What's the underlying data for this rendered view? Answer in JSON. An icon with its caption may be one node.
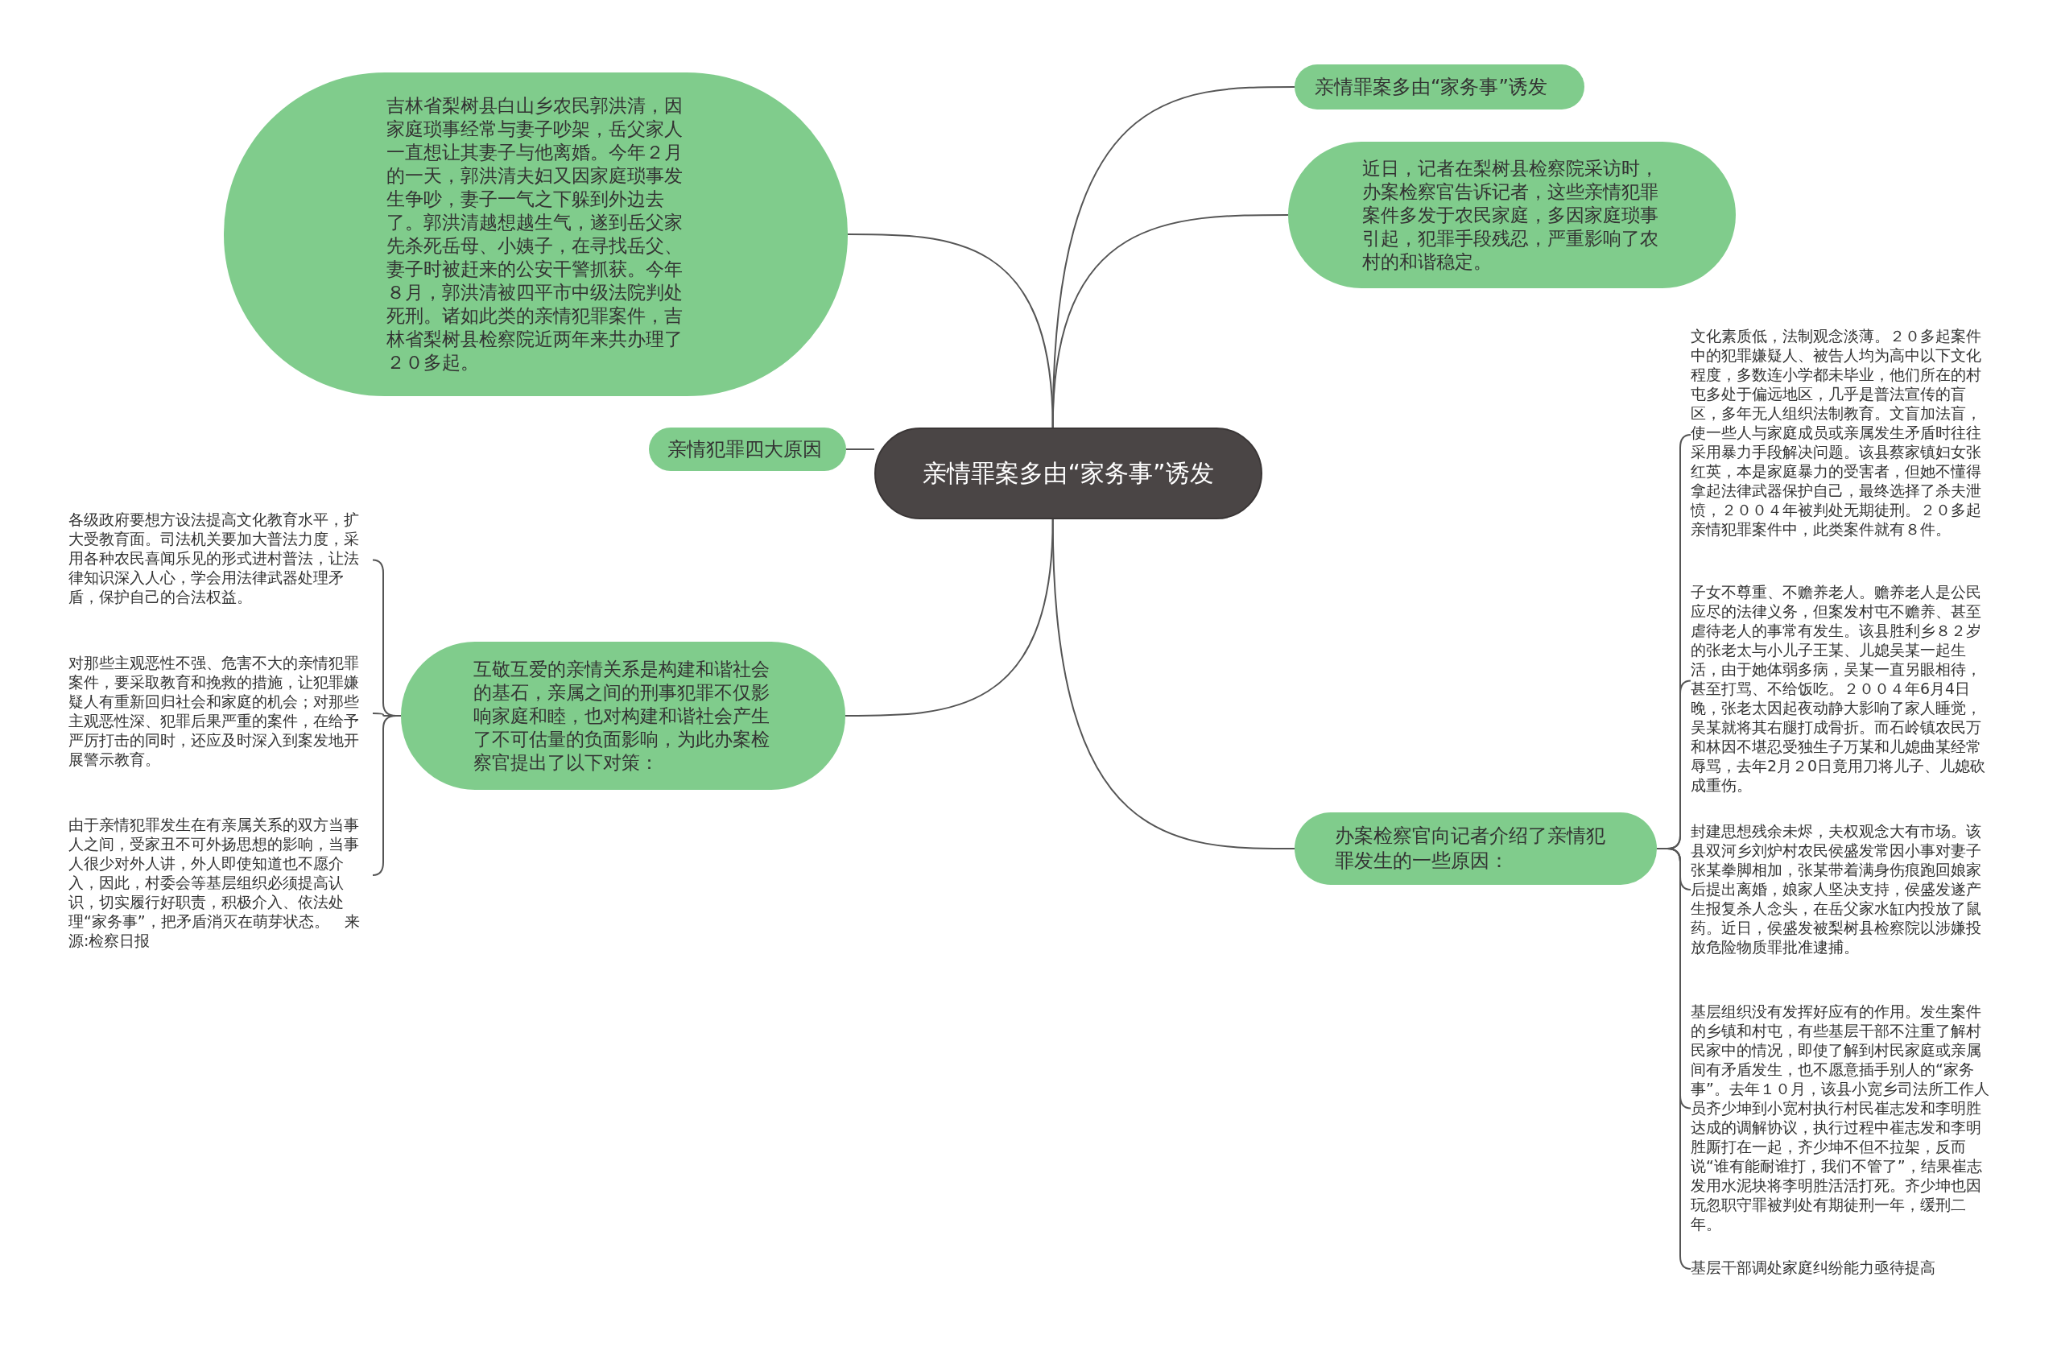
{
  "diagram": {
    "nodes": [
      {
        "text": [
          "亲情罪案多由“家务事”诱发"
        ]
      },
      {
        "text": [
          "亲情罪案多由“家务事”诱发"
        ]
      },
      {
        "text": [
          "近日，记者在梨树县检察院采访时，办案检察官告诉记者，这些亲情犯罪案件多发于农民家庭，多因家庭琐事引起，犯罪手段残忍，严重影响了农村的和谐稳定。"
        ]
      },
      {
        "text": [
          " 吉林省梨树县白山乡农民郭洪清，因家庭琐事经常与妻子吵架，岳父家人一直想让其妻子与他离婚。今年２月的一天，郭洪清夫妇又因家庭琐事发生争吵，妻子一气之下躲到外边去了。郭洪清越想越生气，遂到岳父家先杀死岳母、小姨子，在寻找岳父、妻子时被赶来的公安干警抓获。今年８月，郭洪清被四平市中级法院判处死刑。诸如此类的亲情犯罪案件，吉林省梨树县检察院近两年来共办理了２０多起。"
        ]
      },
      {
        "text": [
          "亲情犯罪四大原因"
        ]
      },
      {
        "text": [
          "互敬互爱的亲情关系是构建和谐社会的基石，亲属之间的刑事犯罪不仅影响家庭和睦，也对构建和谐社会产生了不可估量的负面影响，为此办案检察官提出了以下对策："
        ]
      },
      {
        "text": [
          "办案检察官向记者介绍了亲情犯罪发生的一些原因："
        ]
      },
      {
        "text": [
          "文化素质低，法制观念淡薄。２０多起案件中的犯罪嫌疑人、被告人均为高中以下文化程度，多数连小学都未毕业，他们所在的村屯多处于偏远地区，几乎是普法宣传的盲区，多年无人组织法制教育。文盲加法盲，使一些人与家庭成员或亲属发生矛盾时往往采用暴力手段解决问题。该县蔡家镇妇女张红英，本是家庭暴力的受害者，但她不懂得拿起法律武器保护自己，最终选择了杀夫泄愤，２００４年被判处无期徒刑。２０多起亲情犯罪案件中，此类案件就有８件。"
        ]
      },
      {
        "text": [
          "子女不尊重、不赡养老人。赡养老人是公民应尽的法律义务，但案发村屯不赡养、甚至虐待老人的事常有发生。该县胜利乡８２岁的张老太与小儿子王某、儿媳吴某一起生活，由于她体弱多病，吴某一直另眼相待，甚至打骂、不给饭吃。２００４年6月4日晚，张老太因起夜动静大影响了家人睡觉，吴某就将其右腿打成骨折。而石岭镇农民万和林因不堪忍受独生子万某和儿媳曲某经常辱骂，去年2月２0日竟用刀将儿子、儿媳砍成重伤。"
        ]
      },
      {
        "text": [
          "封建思想残余未烬，夫权观念大有市场。该县双河乡刘炉村农民侯盛发常因小事对妻子张某拳脚相加，张某带着满身伤痕跑回娘家后提出离婚，娘家人坚决支持，侯盛发遂产生报复杀人念头，在岳父家水缸内投放了鼠药。近日，侯盛发被梨树县检察院以涉嫌投放危险物质罪批准逮捕。"
        ]
      },
      {
        "text": [
          "基层组织没有发挥好应有的作用。发生案件的乡镇和村屯，有些基层干部不注重了解村民家中的情况，即使了解到村民家庭或亲属间有矛盾发生，也不愿意插手别人的“家务事”。去年１０月，该县小宽乡司法所工作人员齐少坤到小宽村执行村民崔志发和李明胜达成的调解协议，执行过程中崔志发和李明胜厮打在一起，齐少坤不但不拉架，反而说“谁有能耐谁打，我们不管了”，结果崔志发用水泥块将李明胜活活打死。齐少坤也因玩忽职守罪被判处有期徒刑一年，缓刑二年。"
        ]
      },
      {
        "text": [
          "基层干部调处家庭纠纷能力亟待提高"
        ]
      },
      {
        "text": [
          "各级政府要想方设法提高文化教育水平，扩大受教育面。司法机关要加大普法力度，采用各种农民喜闻乐见的形式进村普法，让法律知识深入人心，学会用法律武器处理矛盾，保护自己的合法权益。"
        ]
      },
      {
        "text": [
          "对那些主观恶性不强、危害不大的亲情犯罪案件，要采取教育和挽救的措施，让犯罪嫌疑人有重新回归社会和家庭的机会；对那些主观恶性深、犯罪后果严重的案件，在给予严厉打击的同时，还应及时深入到案发地开展警示教育。"
        ]
      },
      {
        "text": [
          "由于亲情犯罪发生在有亲属关系的双方当事人之间，受家丑不可外扬思想的影响，当事人很少对外人讲，外人即使知道也不愿介入，因此，村委会等基层组织必须提高认识，切实履行好职责，积极介入、依法处理“家务事”，把矛盾消灭在萌芽状态。　来源:检察日报"
        ]
      }
    ],
    "edges": [
      {
        "from": 0,
        "to": 1,
        "arrow": "none"
      },
      {
        "from": 0,
        "to": 2,
        "arrow": "none"
      },
      {
        "from": 0,
        "to": 3,
        "arrow": "none"
      },
      {
        "from": 0,
        "to": 4,
        "arrow": "none"
      },
      {
        "from": 0,
        "to": 5,
        "arrow": "none"
      },
      {
        "from": 0,
        "to": 6,
        "arrow": "none"
      },
      {
        "from": 6,
        "to": 7,
        "arrow": "none"
      },
      {
        "from": 6,
        "to": 8,
        "arrow": "none"
      },
      {
        "from": 6,
        "to": 9,
        "arrow": "none"
      },
      {
        "from": 6,
        "to": 10,
        "arrow": "none"
      },
      {
        "from": 6,
        "to": 11,
        "arrow": "none"
      },
      {
        "from": 5,
        "to": 12,
        "arrow": "none"
      },
      {
        "from": 5,
        "to": 13,
        "arrow": "none"
      },
      {
        "from": 5,
        "to": 14,
        "arrow": "none"
      }
    ]
  }
}
